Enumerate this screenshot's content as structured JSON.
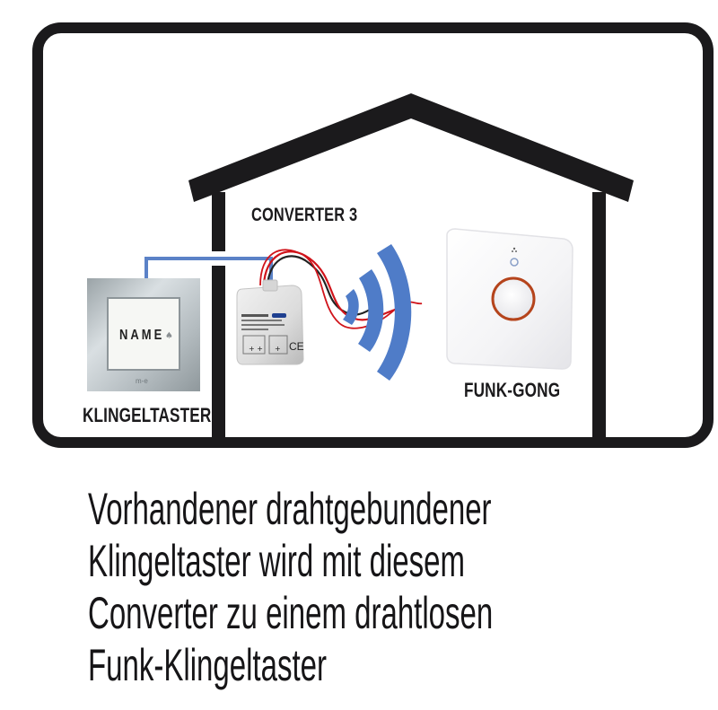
{
  "diagram": {
    "labels": {
      "converter": "CONVERTER 3",
      "pushbutton": "KLINGELTASTER",
      "chime": "FUNK-GONG"
    },
    "nameplate": {
      "text": "NAME",
      "brand": "m-e"
    },
    "converter_device": {
      "ce_mark": "CE"
    },
    "caption_lines": [
      "Vorhandener drahtgebundener",
      "Klingeltaster wird mit diesem",
      "Converter zu einem drahtlosen",
      "Funk-Klingeltaster"
    ],
    "colors": {
      "outline": "#1b1a1c",
      "wire_blue": "#5b82c7",
      "wave_blue": "#4f7cc8",
      "wire_red": "#d0141b",
      "chime_ring": "#b5441c"
    }
  }
}
